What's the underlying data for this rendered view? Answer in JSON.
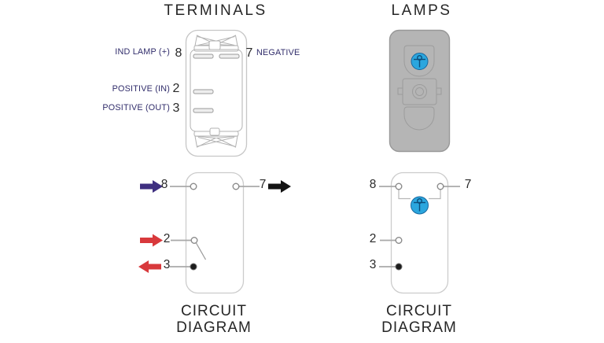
{
  "colors": {
    "label_navy": "#312d6b",
    "number_dark": "#2a2a2a",
    "title_dark": "#262626",
    "arrow_purple": "#3e2f80",
    "arrow_red": "#d8393c",
    "arrow_black": "#141414",
    "lamp_blue": "#2ba6de",
    "lamp_blue_dark": "#0d4d7a",
    "switch_body_gray": "#b5b5b5"
  },
  "terminals_section": {
    "title": "TERMINALS",
    "pins": {
      "pin8": {
        "number": "8",
        "label": "IND LAMP (+)"
      },
      "pin7": {
        "number": "7",
        "label": "NEGATIVE"
      },
      "pin2": {
        "number": "2",
        "label": "POSITIVE (IN)"
      },
      "pin3": {
        "number": "3",
        "label": "POSITIVE (OUT)"
      }
    }
  },
  "lamps_section": {
    "title": "LAMPS"
  },
  "circuit_left": {
    "caption_line1": "CIRCUIT",
    "caption_line2": "DIAGRAM",
    "pins": {
      "pin8": "8",
      "pin7": "7",
      "pin2": "2",
      "pin3": "3"
    }
  },
  "circuit_right": {
    "caption_line1": "CIRCUIT",
    "caption_line2": "DIAGRAM",
    "pins": {
      "pin8": "8",
      "pin7": "7",
      "pin2": "2",
      "pin3": "3"
    }
  }
}
